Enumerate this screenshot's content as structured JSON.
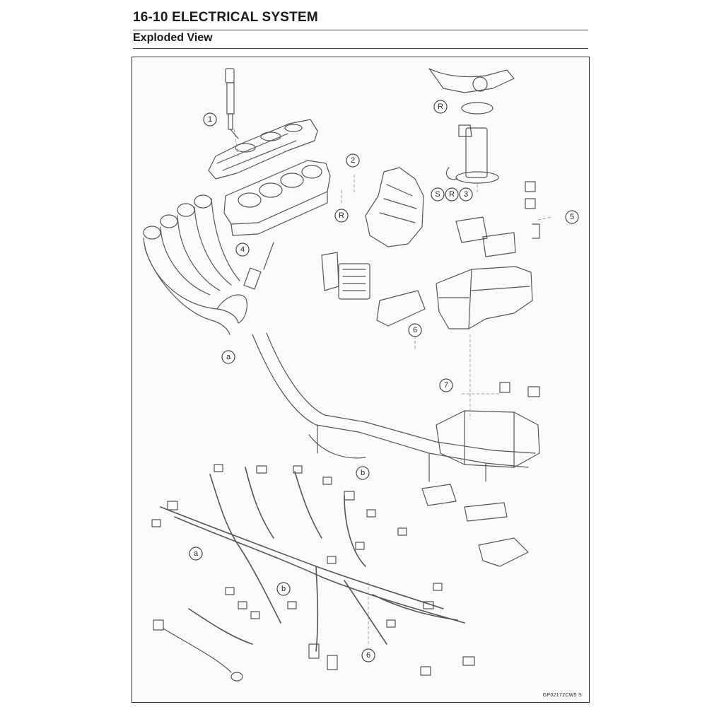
{
  "header": {
    "page_title": "16-10 ELECTRICAL SYSTEM",
    "section_title": "Exploded View"
  },
  "figure": {
    "code": "GP02172CW5 S",
    "callouts": [
      {
        "id": "c1",
        "label": "1"
      },
      {
        "id": "c2",
        "label": "2"
      },
      {
        "id": "cR1",
        "label": "R"
      },
      {
        "id": "cR2",
        "label": "R"
      },
      {
        "id": "cS",
        "label": "S"
      },
      {
        "id": "cR3",
        "label": "R"
      },
      {
        "id": "c3",
        "label": "3"
      },
      {
        "id": "c4",
        "label": "4"
      },
      {
        "id": "c5",
        "label": "5"
      },
      {
        "id": "c6a",
        "label": "6"
      },
      {
        "id": "c7",
        "label": "7"
      },
      {
        "id": "ca1",
        "label": "a"
      },
      {
        "id": "cb1",
        "label": "b"
      },
      {
        "id": "ca2",
        "label": "a"
      },
      {
        "id": "cb2",
        "label": "b"
      },
      {
        "id": "c6b",
        "label": "6"
      }
    ]
  }
}
